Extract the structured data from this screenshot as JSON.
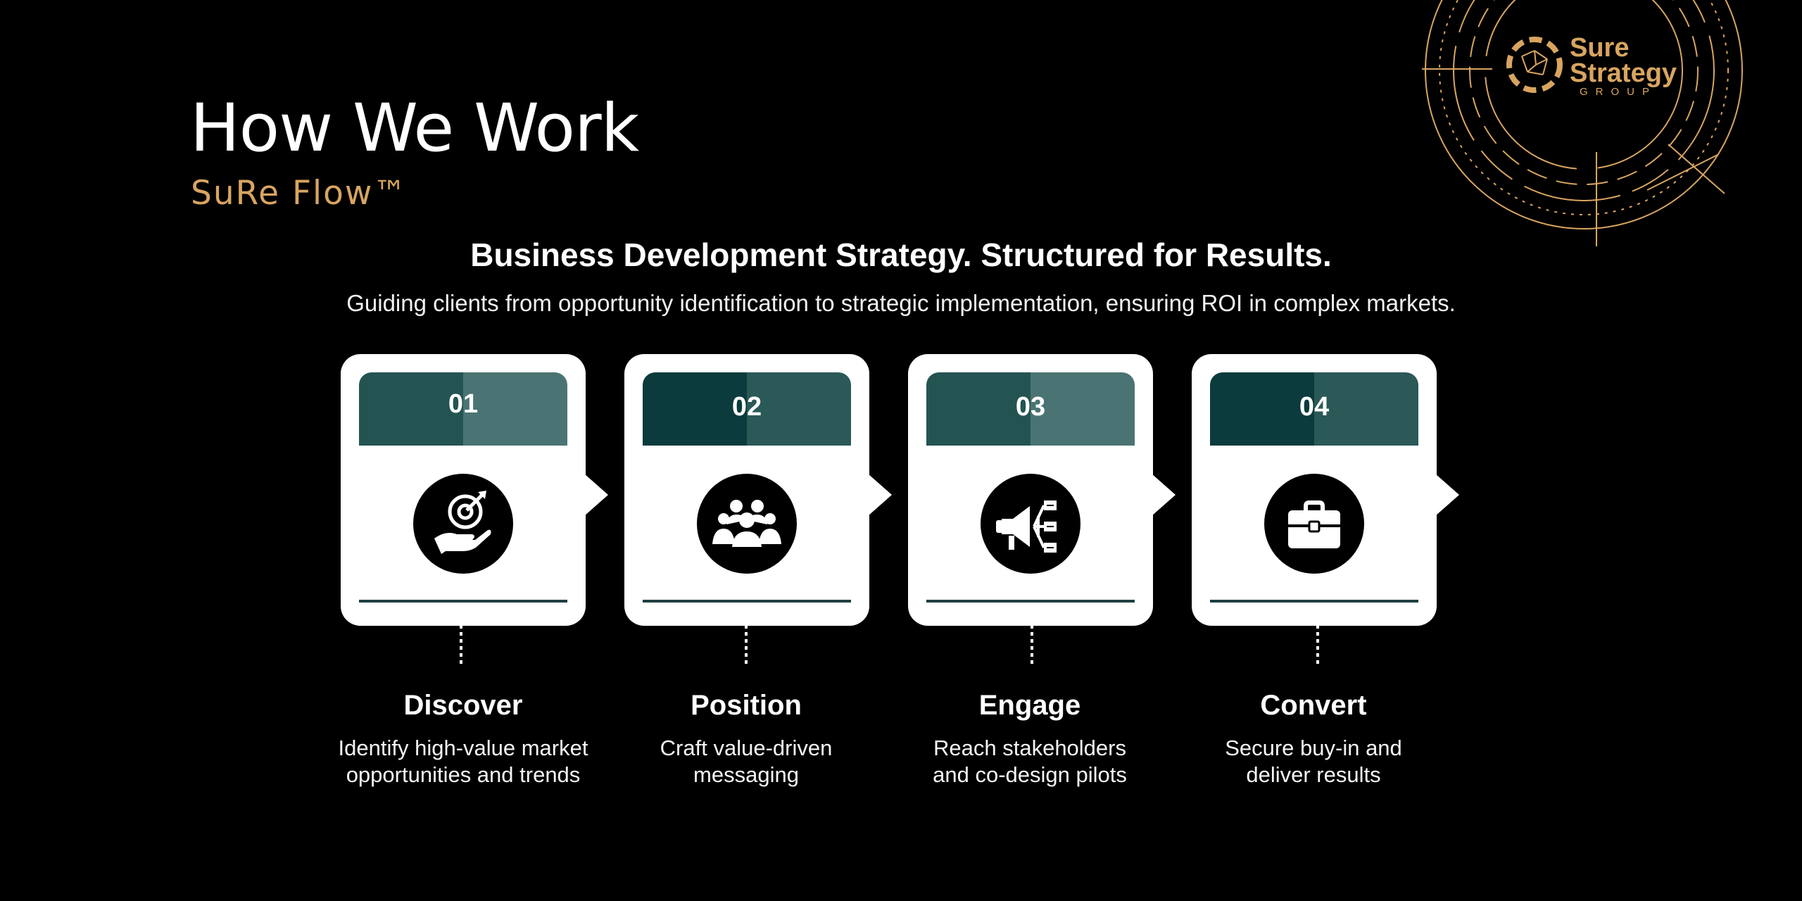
{
  "header": {
    "title": "How We Work",
    "subtitle": "SuRe Flow™"
  },
  "intro": {
    "headline": "Business Development Strategy. Structured for Results.",
    "tagline": "Guiding clients from opportunity identification to strategic implementation, ensuring ROI in complex markets."
  },
  "logo": {
    "line1": "Sure",
    "line2": "Strategy",
    "line3": "GROUP",
    "color": "#d8a560"
  },
  "steps": [
    {
      "number": "01",
      "title": "Discover",
      "description": "Identify high-value market opportunities and trends",
      "icon": "target-hand-icon",
      "band_left": "#245452",
      "band_right": "#4a7473"
    },
    {
      "number": "02",
      "title": "Position",
      "description": "Craft value-driven messaging",
      "icon": "team-icon",
      "band_left": "#0b3b3c",
      "band_right": "#2b5958"
    },
    {
      "number": "03",
      "title": "Engage",
      "description": "Reach stakeholders and co-design pilots",
      "icon": "megaphone-icon",
      "band_left": "#245452",
      "band_right": "#4a7473"
    },
    {
      "number": "04",
      "title": "Convert",
      "description": "Secure buy-in and deliver results",
      "icon": "briefcase-icon",
      "band_left": "#0b3b3c",
      "band_right": "#2b5958"
    }
  ]
}
